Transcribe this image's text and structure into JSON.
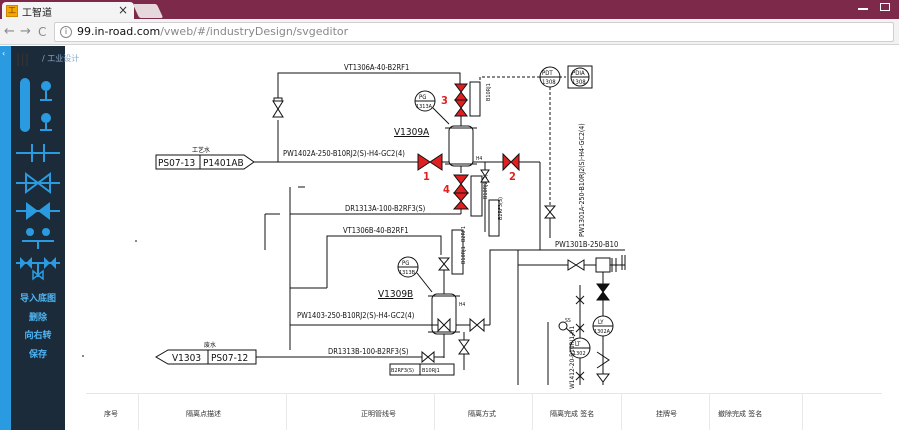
{
  "browser": {
    "tab_title": "工智道",
    "tab_close": "×",
    "tab_favicon": "工",
    "nav_back": "←",
    "nav_forward": "→",
    "nav_reload": "C",
    "url_host": "99.in-road.com",
    "url_path": "/vweb/#/industryDesign/svgeditor"
  },
  "header": {
    "menu_icon": "|||",
    "breadcrumb": "/ 工业设计"
  },
  "sidebar": {
    "actions": [
      "导入底图",
      "删除",
      "向右转",
      "保存"
    ]
  },
  "diagram": {
    "labels": {
      "vt1306a": "VT1306A-40-B2RF1",
      "pw1402a": "PW1402A-250-B10RJ2(S)-H4-GC2(4)",
      "dr1313a": "DR1313A-100-B2RF3(S)",
      "vt1306b": "VT1306B-40-B2RF1",
      "pw1403": "PW1403-250-B10RJ2(S)-H4-GC2(4)",
      "dr1313b": "DR1313B-100-B2RF3(S)",
      "pw1301a": "PW1301A-250-B10RJ2(S)-H4-GC2(4)",
      "pw1301b": "PW1301B-250-B10",
      "v1309a": "V1309A",
      "v1309b": "V1309B",
      "pg1313a_tag": "PG",
      "pg1313a_num": "1313A",
      "pg1313b_tag": "PG",
      "pg1313b_num": "1313B",
      "pdt_tag": "PDT",
      "pdt_num": "1308",
      "pdia_tag": "PDIA",
      "pdia_num": "1308",
      "ly_tag": "LY",
      "ly_num": "1302A",
      "lt_tag": "LT",
      "lt_num": "1302",
      "b10rj1_a": "B10RJ1",
      "b10rj2s": "B10RJ2(S)",
      "b2rf3s_v": "B2RF3(S)",
      "b2rf1_a": "B2RF1",
      "b2rf1_b": "B2RF1",
      "b10rj1_b": "B10RJ1",
      "b2rf3s_h": "B2RF3(S)",
      "b10rj1_c": "B10RJ1",
      "w1412": "W1412-20-B10RJ1-H1",
      "h4": "H4",
      "ss": "SS",
      "inlet_top_label": "工艺水",
      "inlet_top_left": "PS07-13",
      "inlet_top_right": "P1401AB",
      "outlet_bottom_label": "废水",
      "outlet_bottom_left": "V1303",
      "outlet_bottom_right": "PS07-12"
    },
    "markers": [
      "1",
      "2",
      "3",
      "4"
    ],
    "marker_color": "#e02020",
    "line_color": "#111111"
  },
  "table": {
    "headers": [
      "序号",
      "隔离点描述",
      "正明管线号",
      "隔离方式",
      "隔离完成 签名",
      "挂牌号",
      "撤除完成 签名"
    ]
  },
  "colors": {
    "sidebar_bg": "#1b2b3a",
    "sidebar_accent": "#2a9be0",
    "sidebar_text": "#4fb6f5",
    "tabstrip": "#7d2a4a"
  }
}
